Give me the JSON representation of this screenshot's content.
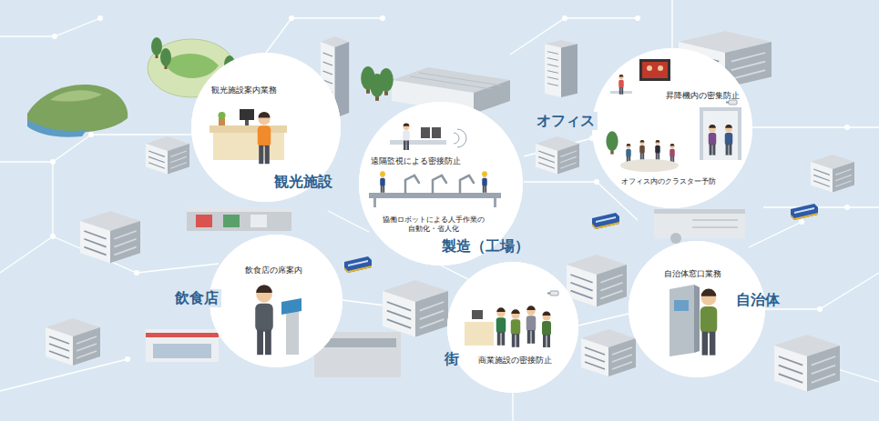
{
  "diagram": {
    "nodes": [
      {
        "text": [
          "観光施設案内業務",
          "観光施設"
        ]
      },
      {
        "text": [
          "遠隔監視による密接防止",
          "協働ロボットによる人手作業の 自動化・省人化",
          "製造（工場）"
        ]
      },
      {
        "text": [
          "昇降機内の密集防止",
          "オフィス内のクラスター予防",
          "オフィス"
        ]
      },
      {
        "text": [
          "飲食店の席案内",
          "飲食店"
        ]
      },
      {
        "text": [
          "商業施設の密接防止",
          "街"
        ]
      },
      {
        "text": [
          "自治体窓口業務",
          "自治体"
        ]
      }
    ]
  }
}
